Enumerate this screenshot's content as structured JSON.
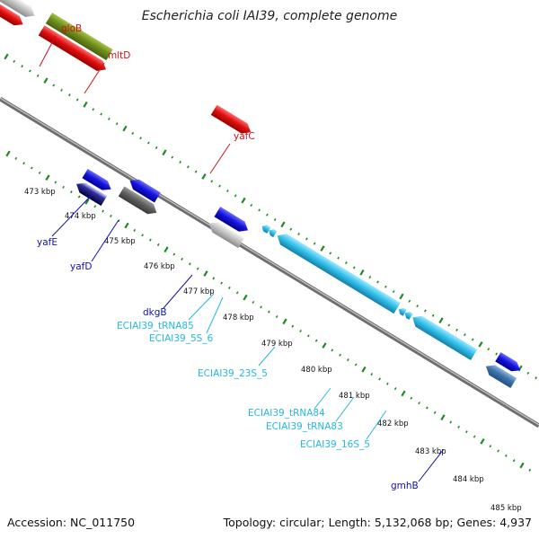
{
  "title": "Escherichia coli IAI39, complete genome",
  "footer": {
    "accession": "Accession: NC_011750",
    "summary": "Topology: circular; Length: 5,132,068 bp; Genes: 4,937"
  },
  "kbp_labels": [
    "473 kbp",
    "474 kbp",
    "475 kbp",
    "476 kbp",
    "477 kbp",
    "478 kbp",
    "479 kbp",
    "480 kbp",
    "481 kbp",
    "482 kbp",
    "483 kbp",
    "484 kbp",
    "485 kbp"
  ],
  "gene_labels": [
    {
      "id": "gloB",
      "text": "gloB",
      "color": "#d01010"
    },
    {
      "id": "mltD",
      "text": "mltD",
      "color": "#d01010"
    },
    {
      "id": "yafC",
      "text": "yafC",
      "color": "#d01010"
    },
    {
      "id": "yafE",
      "text": "yafE",
      "color": "#1010b0"
    },
    {
      "id": "yafD",
      "text": "yafD",
      "color": "#1010b0"
    },
    {
      "id": "dkgB",
      "text": "dkgB",
      "color": "#1010b0"
    },
    {
      "id": "tRNA85",
      "text": "ECIAI39_tRNA85",
      "color": "#22b8e0"
    },
    {
      "id": "5S6",
      "text": "ECIAI39_5S_6",
      "color": "#22b8e0"
    },
    {
      "id": "23S5",
      "text": "ECIAI39_23S_5",
      "color": "#22b8e0"
    },
    {
      "id": "tRNA84",
      "text": "ECIAI39_tRNA84",
      "color": "#22b8e0"
    },
    {
      "id": "tRNA83",
      "text": "ECIAI39_tRNA83",
      "color": "#22b8e0"
    },
    {
      "id": "16S5",
      "text": "ECIAI39_16S_5",
      "color": "#22b8e0"
    },
    {
      "id": "gmhB",
      "text": "gmhB",
      "color": "#1010b0"
    }
  ],
  "colors": {
    "red": "#e01010",
    "blue": "#1515e0",
    "cyan": "#35c2ec",
    "olive": "#6f8f1c",
    "gray": "#b8b8b8",
    "darkgray": "#606060",
    "navy": "#0a0a70",
    "purple": "#3a2a80",
    "steel": "#3f74ad",
    "backbone": "#8a8a8a",
    "tick": "#1e8a1e"
  }
}
